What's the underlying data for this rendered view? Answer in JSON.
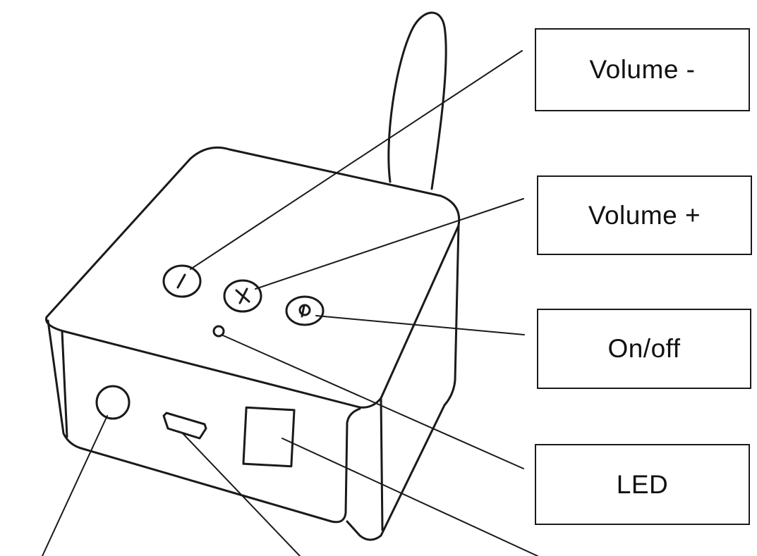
{
  "labels": {
    "volume_minus": "Volume -",
    "volume_plus": "Volume +",
    "on_off": "On/off",
    "led": "LED"
  },
  "colors": {
    "ink": "#1a1a1a",
    "background": "#ffffff"
  }
}
